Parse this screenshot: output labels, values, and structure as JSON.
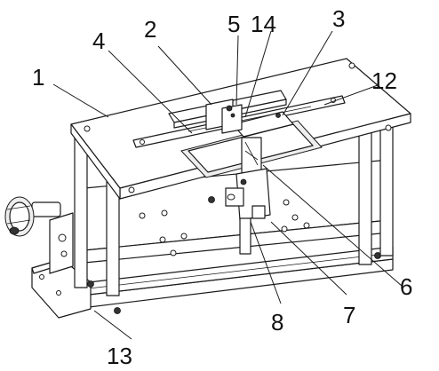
{
  "labels": [
    {
      "id": "1",
      "text": "1"
    },
    {
      "id": "2",
      "text": "2"
    },
    {
      "id": "3",
      "text": "3"
    },
    {
      "id": "4",
      "text": "4"
    },
    {
      "id": "5",
      "text": "5"
    },
    {
      "id": "6",
      "text": "6"
    },
    {
      "id": "7",
      "text": "7"
    },
    {
      "id": "8",
      "text": "8"
    },
    {
      "id": "12",
      "text": "12"
    },
    {
      "id": "13",
      "text": "13"
    },
    {
      "id": "14",
      "text": "14"
    }
  ]
}
